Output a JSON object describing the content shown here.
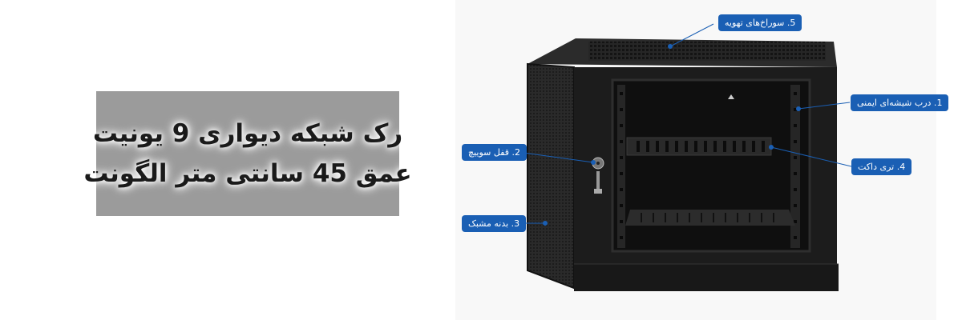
{
  "title": {
    "line1": "رک شبکه دیواری 9 یونیت",
    "line2": "عمق 45 سانتی متر الگونت"
  },
  "callouts": {
    "vents": "5. سوراخ‌های تهویه",
    "glass_door": "1. درب شیشه‌ای ایمنی",
    "lock": "2. قفل سوییچ",
    "tray": "4. تری داکت",
    "body": "3. بدنه مشبک"
  },
  "colors": {
    "callout_bg": "#1a5fb4",
    "title_box_bg": "#9b9b9b",
    "rack": "#1c1c1c"
  }
}
